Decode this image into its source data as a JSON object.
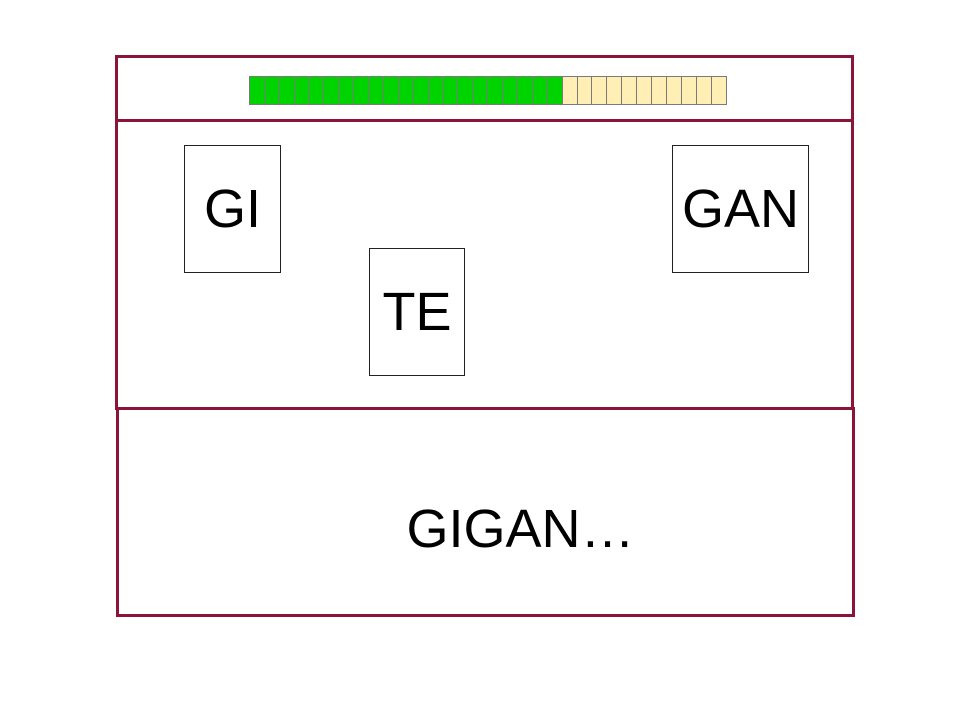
{
  "progress": {
    "total_segments": 32,
    "filled_segments": 21,
    "fraction": 0.656,
    "filled_color": "#00d400",
    "empty_color": "#ffefb5"
  },
  "frame_color": "#8b1538",
  "cards": [
    {
      "id": "gi",
      "label": "GI"
    },
    {
      "id": "te",
      "label": "TE"
    },
    {
      "id": "gan",
      "label": "GAN"
    }
  ],
  "answer": {
    "text": "GIGAN…"
  }
}
